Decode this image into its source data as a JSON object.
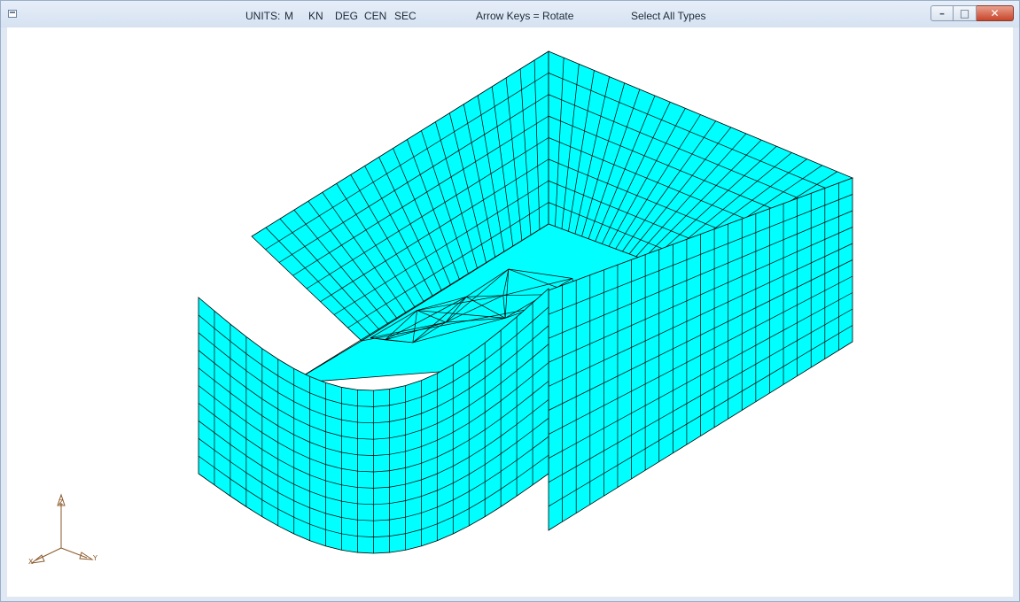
{
  "window": {
    "units_label": "UNITS:",
    "units": [
      "M",
      "KN",
      "DEG",
      "CEN",
      "SEC"
    ],
    "hint": "Arrow Keys = Rotate",
    "select_mode": "Select All Types",
    "controls": {
      "minimize_glyph": "–",
      "maximize_glyph": "□",
      "close_glyph": "✕"
    }
  },
  "axes": {
    "z": "Z",
    "x": "X",
    "y": "Y"
  },
  "colors": {
    "mesh_fill": "#00ffff",
    "mesh_line": "#000000",
    "triad": "#8b5a2b"
  }
}
